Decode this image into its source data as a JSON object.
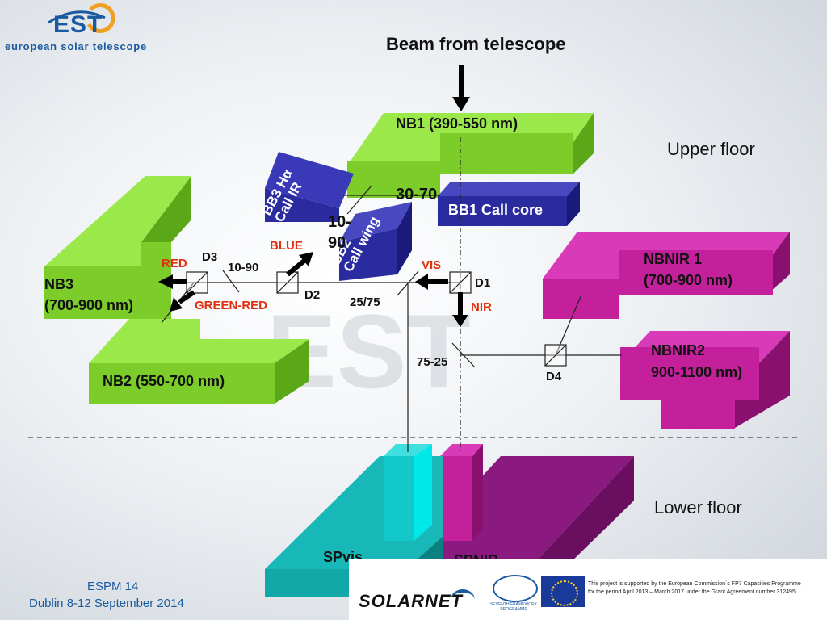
{
  "header": {
    "logo_short": "EST",
    "logo_text": "european solar telescope",
    "title": "Beam from telescope"
  },
  "floors": {
    "upper": "Upper floor",
    "lower": "Lower floor"
  },
  "instruments": {
    "nb1": "NB1 (390-550 nm)",
    "nb3_line1": "NB3",
    "nb3_line2": "(700-900 nm)",
    "nb2": "NB2 (550-700 nm)",
    "nbnir1_line1": "NBNIR 1",
    "nbnir1_line2": "(700-900 nm)",
    "nbnir2_line1": "NBNIR2",
    "nbnir2_line2": "900-1100 nm)",
    "bb1": "BB1 Call core",
    "bb3_line1": "BB3 Hα",
    "bb3_line2": "Call IR",
    "bb2_line1": "BB2",
    "bb2_line2": "Call wing",
    "spvis": "SPvis",
    "spnir": "SPNIR"
  },
  "splitters": {
    "d1": "D1",
    "d2": "D2",
    "d3": "D3",
    "d4": "D4",
    "r_30_70": "30-70",
    "r_10_90_top_a": "10-",
    "r_10_90_top_b": "90",
    "r_10_90": "10-90",
    "r_25_75": "25/75",
    "r_75_25": "75-25"
  },
  "bands": {
    "blue": "BLUE",
    "red": "RED",
    "vis": "VIS",
    "nir": "NIR",
    "green_red": "GREEN-RED"
  },
  "footer": {
    "event": "ESPM 14",
    "place": "Dublin 8-12 September 2014",
    "solarnet": "SOLARNET",
    "fp7": "SEVENTH FRAMEWORK PROGRAMME",
    "support_line1": "This project is supported by the European Commission´s FP7 Capacities Programme",
    "support_line2": "for the period April 2013 – March 2017 under the Grant Agreement number 312495."
  },
  "colors": {
    "green": "#7ccd2a",
    "magenta": "#c4209c",
    "blue": "#2b2ba0",
    "cyan": "#12c8c8",
    "accent_red": "#e03010"
  }
}
